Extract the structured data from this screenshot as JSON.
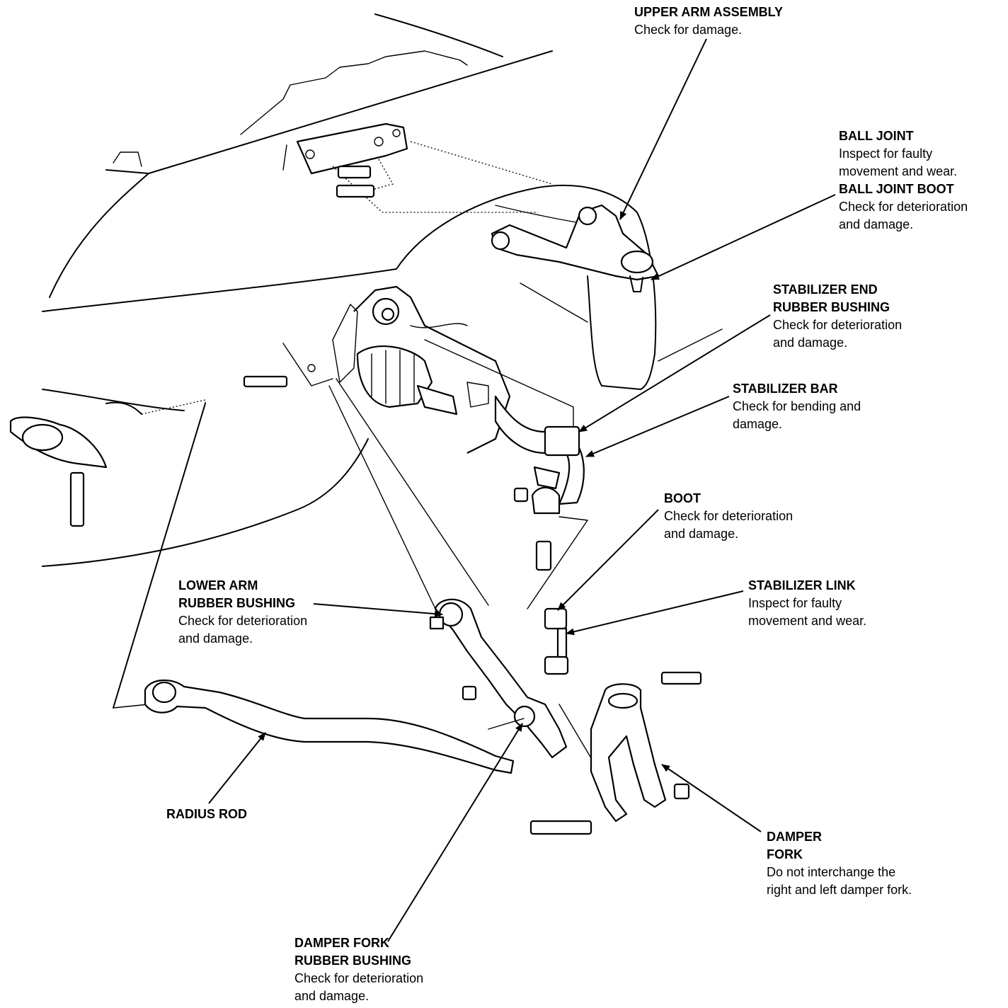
{
  "callouts": {
    "upper_arm": {
      "title": "UPPER ARM ASSEMBLY",
      "note": "Check for damage."
    },
    "ball_joint": {
      "title": "BALL JOINT",
      "note_1": "Inspect for faulty",
      "note_2": "movement and wear."
    },
    "ball_joint_boot": {
      "title": "BALL JOINT BOOT",
      "note_1": "Check for deterioration",
      "note_2": "and damage."
    },
    "stabilizer_end_bushing": {
      "title_1": "STABILIZER END",
      "title_2": "RUBBER BUSHING",
      "note_1": "Check for deterioration",
      "note_2": "and damage."
    },
    "stabilizer_bar": {
      "title": "STABILIZER BAR",
      "note_1": "Check for bending and",
      "note_2": "damage."
    },
    "boot": {
      "title": "BOOT",
      "note_1": "Check for deterioration",
      "note_2": "and damage."
    },
    "stabilizer_link": {
      "title": "STABILIZER LINK",
      "note_1": "Inspect for faulty",
      "note_2": "movement and wear."
    },
    "lower_arm_bushing": {
      "title_1": "LOWER ARM",
      "title_2": "RUBBER BUSHING",
      "note_1": "Check for deterioration",
      "note_2": "and damage."
    },
    "radius_rod": {
      "title": "RADIUS ROD"
    },
    "damper_fork": {
      "title_1": "DAMPER",
      "title_2": "FORK",
      "note_1": "Do not interchange the",
      "note_2": "right and left damper fork."
    },
    "damper_fork_bushing": {
      "title_1": "DAMPER FORK",
      "title_2": "RUBBER BUSHING",
      "note_1": "Check for deterioration",
      "note_2": "and damage."
    }
  },
  "colors": {
    "ink": "#000000",
    "paper": "#ffffff"
  }
}
